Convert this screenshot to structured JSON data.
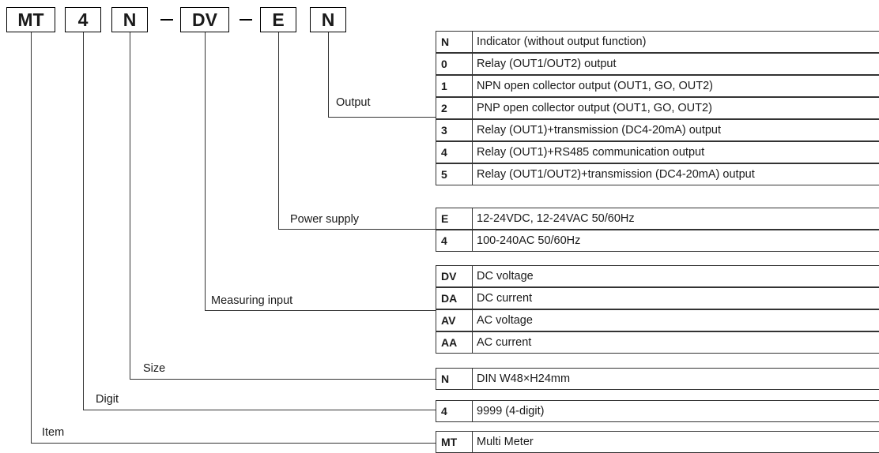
{
  "model_boxes": [
    "MT",
    "4",
    "N",
    "DV",
    "E",
    "N"
  ],
  "separator": "–",
  "groups": [
    {
      "label": "Output",
      "options": [
        {
          "code": "N",
          "desc": "Indicator (without output function)"
        },
        {
          "code": "0",
          "desc": "Relay (OUT1/OUT2) output"
        },
        {
          "code": "1",
          "desc": "NPN open collector output (OUT1, GO, OUT2)"
        },
        {
          "code": "2",
          "desc": "PNP open collector output (OUT1, GO, OUT2)"
        },
        {
          "code": "3",
          "desc": "Relay (OUT1)+transmission (DC4-20mA) output"
        },
        {
          "code": "4",
          "desc": "Relay (OUT1)+RS485 communication output"
        },
        {
          "code": "5",
          "desc": "Relay (OUT1/OUT2)+transmission (DC4-20mA) output"
        }
      ]
    },
    {
      "label": "Power supply",
      "options": [
        {
          "code": "E",
          "desc": "12-24VDC, 12-24VAC 50/60Hz"
        },
        {
          "code": "4",
          "desc": "100-240AC 50/60Hz"
        }
      ]
    },
    {
      "label": "Measuring input",
      "options": [
        {
          "code": "DV",
          "desc": "DC voltage"
        },
        {
          "code": "DA",
          "desc": "DC current"
        },
        {
          "code": "AV",
          "desc": "AC voltage"
        },
        {
          "code": "AA",
          "desc": "AC current"
        }
      ]
    },
    {
      "label": "Size",
      "options": [
        {
          "code": "N",
          "desc": "DIN W48×H24mm"
        }
      ]
    },
    {
      "label": "Digit",
      "options": [
        {
          "code": "4",
          "desc": "9999 (4-digit)"
        }
      ]
    },
    {
      "label": "Item",
      "options": [
        {
          "code": "MT",
          "desc": "Multi Meter"
        }
      ]
    }
  ]
}
